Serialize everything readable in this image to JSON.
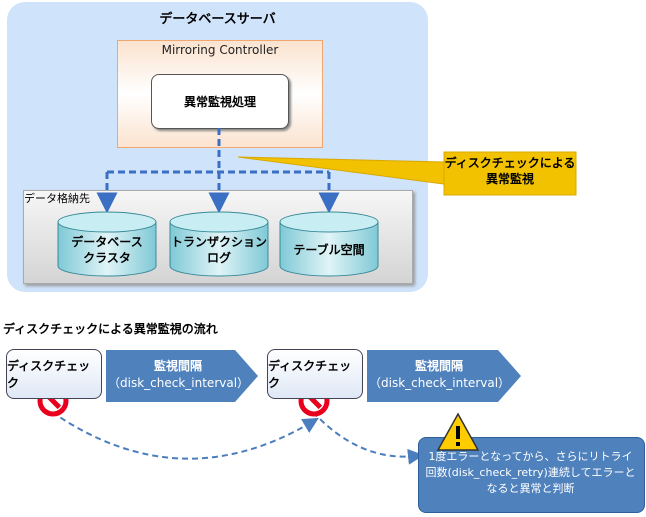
{
  "server": {
    "title": "データベースサーバ"
  },
  "controller": {
    "title": "Mirroring Controller",
    "process": "異常監視処理"
  },
  "storage": {
    "title": "データ格納先",
    "items": [
      {
        "line1": "データベース",
        "line2": "クラスタ"
      },
      {
        "line1": "トランザクション",
        "line2": "ログ"
      },
      {
        "line1": "テーブル空間",
        "line2": ""
      }
    ]
  },
  "callout": {
    "line1": "ディスクチェックによる",
    "line2": "異常監視"
  },
  "flow": {
    "title": "ディスクチェックによる異常監視の流れ",
    "check_label": "ディスクチェック",
    "interval_label": "監視間隔",
    "interval_param": "（disk_check_interval）",
    "note_line1": "1度エラーとなってから、さらにリトライ",
    "note_line2": "回数(disk_check_retry)連続してエラーと",
    "note_line3": "なると異常と判断"
  },
  "colors": {
    "server_bg": "#cfe3fb",
    "dashed_arrow": "#3a6fc4",
    "callout": "#f2c200",
    "interval_arrow": "#4f81bd",
    "cylinder": "#b3e3ea",
    "error_icon": "#e8001c",
    "warning_icon": "#ffcc00"
  }
}
